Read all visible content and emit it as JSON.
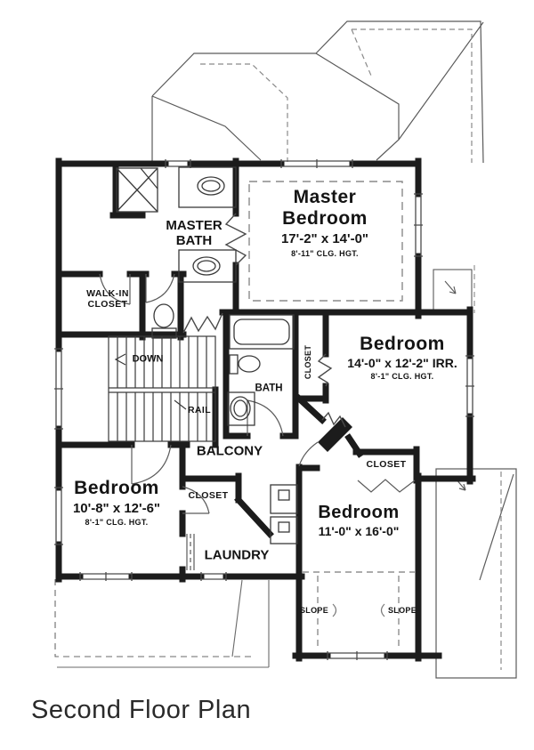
{
  "title": "Second Floor Plan",
  "colors": {
    "wall": "#1c1c1c",
    "thin_line": "#4a4a4a",
    "dashed_line": "#8a8a8a",
    "text": "#141414"
  },
  "rooms": {
    "master_bedroom": {
      "name": "Master Bedroom",
      "dims": "17'-2\" x 14'-0\"",
      "ceiling": "8'-11\" CLG. HGT."
    },
    "master_bath": {
      "name": "MASTER BATH"
    },
    "walk_in_closet": {
      "name": "WALK-IN CLOSET"
    },
    "bedroom_right": {
      "name": "Bedroom",
      "dims": "14'-0\" x 12'-2\" IRR.",
      "ceiling": "8'-1\" CLG. HGT."
    },
    "bedroom_left": {
      "name": "Bedroom",
      "dims": "10'-8\" x 12'-6\"",
      "ceiling": "8'-1\" CLG. HGT."
    },
    "bedroom_bottom": {
      "name": "Bedroom",
      "dims": "11'-0\" x 16'-0\""
    },
    "bath": {
      "name": "BATH"
    },
    "balcony": {
      "name": "BALCONY"
    },
    "laundry": {
      "name": "LAUNDRY"
    },
    "closet_bedroom_right": {
      "name": "CLOSET"
    },
    "closet_bedroom_left": {
      "name": "CLOSET"
    },
    "closet_bedroom_bottom": {
      "name": "CLOSET"
    }
  },
  "stairs": {
    "down_label": "DOWN",
    "rail_label": "RAIL"
  },
  "annotations": {
    "slope_left": "SLOPE",
    "slope_right": "SLOPE"
  }
}
